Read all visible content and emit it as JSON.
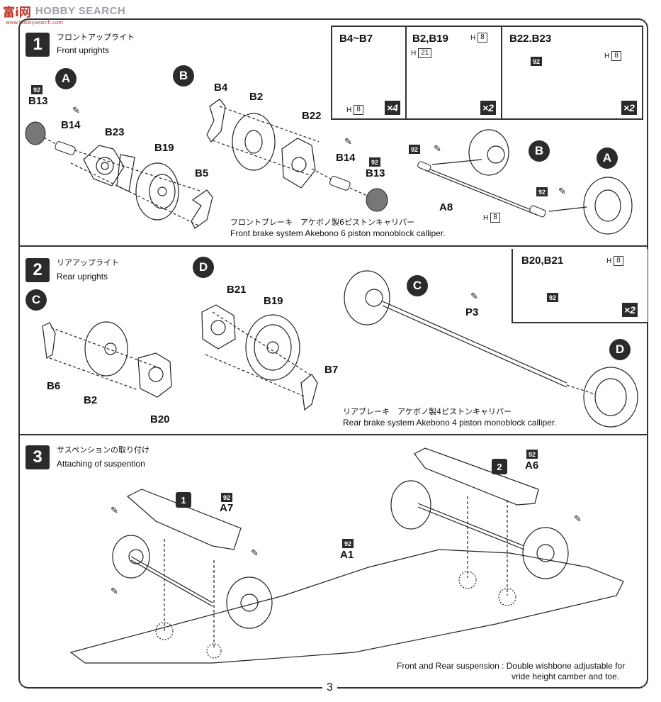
{
  "watermark": {
    "logo": "富i网",
    "search": "HOBBY SEARCH",
    "url": "www.hobbysearch.com"
  },
  "page_number": "3",
  "step1": {
    "number": "1",
    "title_jp": "フロントアップライト",
    "title_en": "Front uprights",
    "sub_a": "A",
    "sub_b": "B",
    "labels": {
      "b13": "B13",
      "b14": "B14",
      "b23": "B23",
      "b19": "B19",
      "b5": "B5",
      "b4": "B4",
      "b2": "B2",
      "b22": "B22",
      "b14b": "B14",
      "b13b": "B13",
      "a8": "A8"
    },
    "paint_code": "92",
    "inset_1": {
      "title": "B4~B7",
      "h_label": "H",
      "h_value": "8",
      "qty": "×4"
    },
    "inset_2": {
      "title": "B2,B19",
      "h1_label": "H",
      "h1_value": "8",
      "h2_label": "H",
      "h2_value": "21",
      "qty": "×2"
    },
    "inset_3": {
      "title": "B22.B23",
      "code": "92",
      "h_label": "H",
      "h_value": "8",
      "qty": "×2"
    },
    "a8_h_label": "H",
    "a8_h_value": "8",
    "ref_b": "B",
    "ref_a": "A",
    "caption_jp": "フロントブレーキ　アケボノ製6ピストンキャリパー",
    "caption_en": "Front brake system Akebono 6 piston monoblock calliper."
  },
  "step2": {
    "number": "2",
    "title_jp": "リアアップライト",
    "title_en": "Rear uprights",
    "sub_c": "C",
    "sub_d": "D",
    "labels": {
      "b6": "B6",
      "b2": "B2",
      "b20": "B20",
      "b21": "B21",
      "b19": "B19",
      "b7": "B7",
      "p3": "P3"
    },
    "ref_c": "C",
    "ref_d": "D",
    "inset": {
      "title": "B20,B21",
      "code": "92",
      "h_label": "H",
      "h_value": "8",
      "qty": "×2"
    },
    "caption_jp": "リアブレーキ　アケボノ製4ピストンキャリパー",
    "caption_en": "Rear brake system Akebono 4 piston monoblock calliper."
  },
  "step3": {
    "number": "3",
    "title_jp": "サスペンションの取り付け",
    "title_en": "Attaching of suspention",
    "code": "92",
    "labels": {
      "a7": "A7",
      "a1": "A1",
      "a6": "A6"
    },
    "ref_1": "1",
    "ref_2": "2",
    "note_line1": "Front and Rear suspension :  Double wishbone adjustable for",
    "note_line2": "vride height camber and toe."
  }
}
